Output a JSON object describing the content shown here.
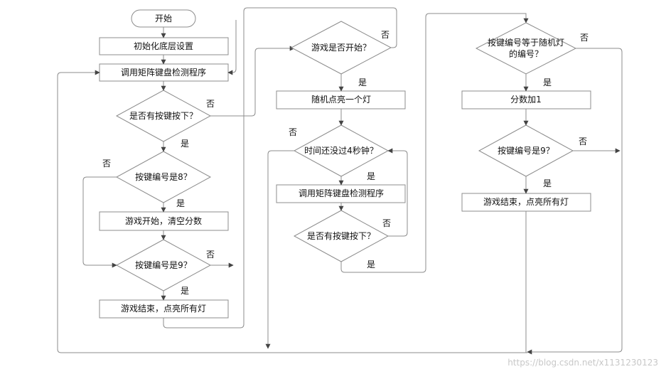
{
  "nodes": {
    "start": "开始",
    "init": "初始化底层设置",
    "scan_main": "调用矩阵键盘检测程序",
    "has_key_main": "是否有按键按下？",
    "is_key8": "按键编号是8？",
    "game_start_clear": "游戏开始，清空分数",
    "is_key9_left": "按键编号是9？",
    "game_over_left": "游戏结束，点亮所有灯",
    "game_started": "游戏是否开始？",
    "light_random": "随机点亮一个灯",
    "time_check_l1": "时间还没过",
    "time_check_4": "4",
    "time_check_l2": "秒钟？",
    "scan_mid": "调用矩阵键盘检测程序",
    "has_key_mid": "是否有按键按下？",
    "key_eq_l1": "按键编号等于随机灯",
    "key_eq_l2": "的编号？",
    "score_add": "分数加1",
    "is_key9_right": "按键编号是9？",
    "game_over_right": "游戏结束，点亮所有灯"
  },
  "labels": {
    "yes": "是",
    "no": "否"
  },
  "watermark": "https://blog.csdn.net/x1131230123"
}
